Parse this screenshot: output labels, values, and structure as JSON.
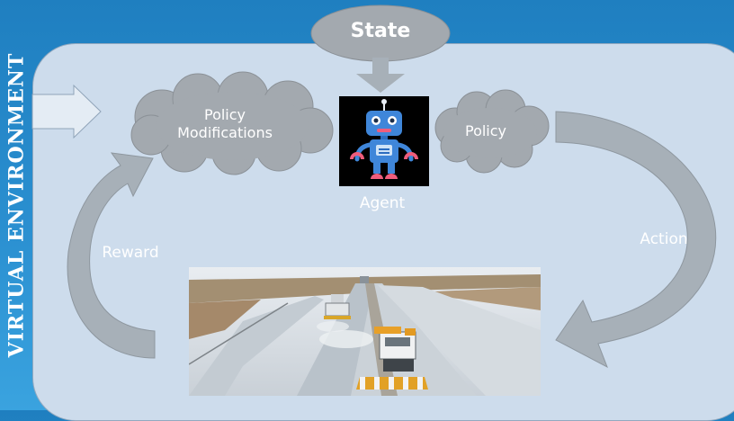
{
  "side_label": "Virtual Environment",
  "state_label": "State",
  "policy_modifications_line1": "Policy",
  "policy_modifications_line2": "Modifications",
  "policy_label": "Policy",
  "agent_label": "Agent",
  "reward_label": "Reward",
  "action_label": "Action",
  "colors": {
    "background": "#2a8fd0",
    "environment_panel": "#cddcec",
    "cloud_fill": "#a3a9af",
    "arrow_fill": "#a7b0b8",
    "text": "#ffffff"
  },
  "icons": {
    "agent": "robot-icon",
    "environment": "snowplow-highway-photo"
  }
}
